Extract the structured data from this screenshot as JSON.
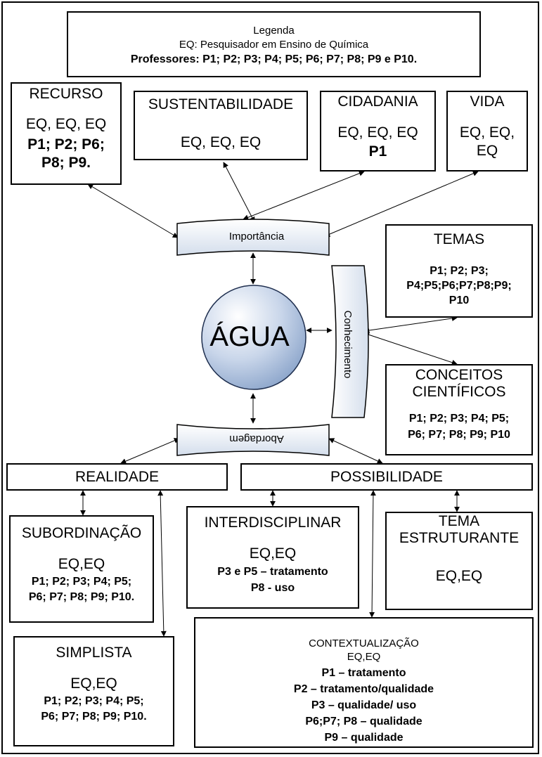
{
  "legend": {
    "title": "Legenda",
    "eq": "EQ: Pesquisador em Ensino de Química",
    "professores": "Professores: P1; P2; P3; P4; P5; P6; P7; P8; P9 e P10."
  },
  "recurso": {
    "title": "RECURSO",
    "eq": "EQ, EQ, EQ",
    "p1": "P1; P2; P6;",
    "p2": "P8; P9."
  },
  "sustentabilidade": {
    "title": "SUSTENTABILIDADE",
    "eq": "EQ, EQ, EQ"
  },
  "cidadania": {
    "title": "CIDADANIA",
    "eq": "EQ, EQ, EQ",
    "p": "P1"
  },
  "vida": {
    "title": "VIDA",
    "eq1": "EQ, EQ,",
    "eq2": "EQ"
  },
  "importancia": "Importância",
  "conhecimento": "Conhecimento",
  "abordagem": "Abordagem",
  "agua": "ÁGUA",
  "temas": {
    "title": "TEMAS",
    "p1": "P1; P2; P3;",
    "p2": "P4;P5;P6;P7;P8;P9;",
    "p3": "P10"
  },
  "conceitos": {
    "title1": "CONCEITOS",
    "title2": "CIENTÍFICOS",
    "p1": "P1; P2; P3; P4; P5;",
    "p2": "P6; P7; P8; P9; P10"
  },
  "realidade": "REALIDADE",
  "possibilidade": "POSSIBILIDADE",
  "subordinacao": {
    "title": "SUBORDINAÇÃO",
    "eq": "EQ,EQ",
    "p1": "P1; P2; P3; P4; P5;",
    "p2": "P6; P7; P8; P9; P10."
  },
  "simplista": {
    "title": "SIMPLISTA",
    "eq": "EQ,EQ",
    "p1": "P1; P2; P3; P4; P5;",
    "p2": "P6; P7; P8; P9; P10."
  },
  "interdisciplinar": {
    "title": "INTERDISCIPLINAR",
    "eq": "EQ,EQ",
    "p1": "P3 e P5 – tratamento",
    "p2": "P8 - uso"
  },
  "tema_estruturante": {
    "title1": "TEMA",
    "title2": "ESTRUTURANTE",
    "eq": "EQ,EQ"
  },
  "contextualizacao": {
    "title": "CONTEXTUALIZAÇÃO",
    "eq": "EQ,EQ",
    "l1": "P1 – tratamento",
    "l2": "P2 – tratamento/qualidade",
    "l3": "P3 – qualidade/ uso",
    "l4": "P6;P7; P8 – qualidade",
    "l5": "P9 – qualidade"
  }
}
